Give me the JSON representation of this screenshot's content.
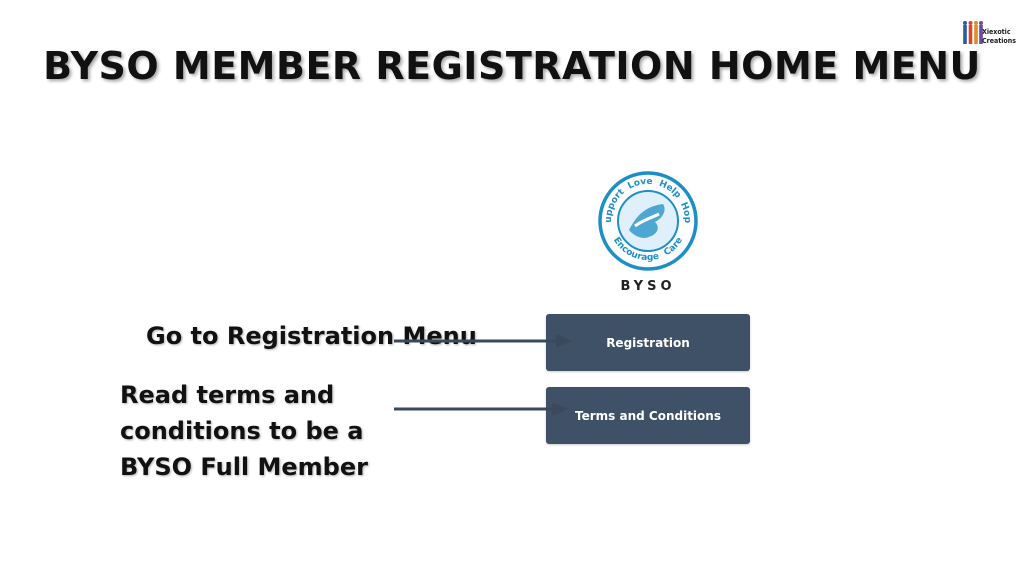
{
  "slide": {
    "title": "BYSO MEMBER REGISTRATION HOME MENU"
  },
  "brand": {
    "logo_text": "Xiexotic\nCreations"
  },
  "app": {
    "logo_ring_words": [
      "Help",
      "Hope",
      "Care",
      "Encourage",
      "Support",
      "Love"
    ],
    "name": "BYSO",
    "buttons": {
      "registration_label": "Registration",
      "terms_label": "Terms and Conditions"
    },
    "colors": {
      "button_bg": "#3e5166",
      "logo_ring": "#1d8fc6"
    }
  },
  "annotations": {
    "registration": "Go to Registration Menu",
    "terms": "Read terms and conditions to be a BYSO Full Member"
  }
}
